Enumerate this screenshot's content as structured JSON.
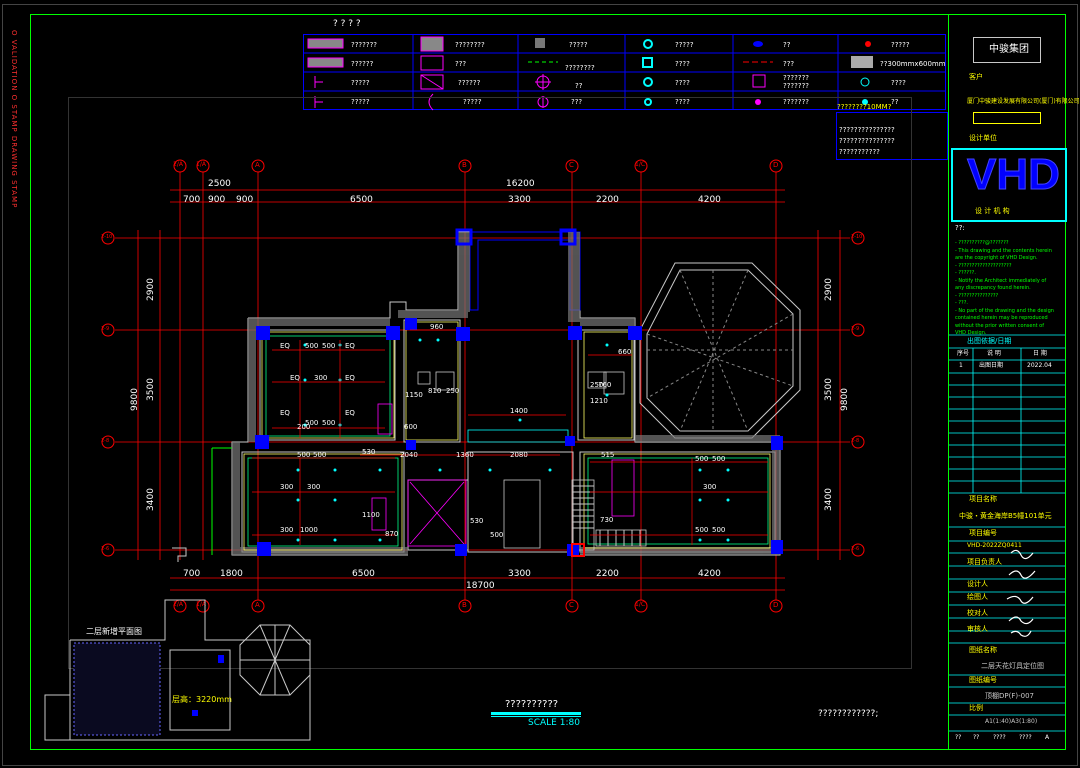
{
  "side_stamp": "O VALIDATION O STAMP DRAWING STAMP",
  "legend": {
    "title": "? ? ? ?",
    "row1": [
      "???????",
      "????????",
      "?????",
      "?????",
      "??",
      "?????"
    ],
    "row2": [
      "??????",
      "???",
      "????????",
      "????",
      "???",
      "??300mmx600mm"
    ],
    "row3": [
      "?????",
      "??????",
      "??",
      "????",
      "???????\n???????",
      "????"
    ],
    "row4": [
      "?????",
      "?????",
      "???",
      "????",
      "???????",
      "??"
    ],
    "note1": "????????10MM?",
    "note2": "???????????????\n???????????????\n???????????"
  },
  "title_block": {
    "company": "中骏集团",
    "client_label": "客户",
    "client_name": "厦门中骏建设发展有限公司(厦门)有限公司",
    "logo_text": "VHD",
    "design_unit_label": "设计单位",
    "design_unit_caption": "设 计 机 构",
    "notes_label": "??:",
    "notes": [
      "- ??????????@???????",
      "- This drawing and the contents herein",
      "  are the copyright of VHD Design.",
      "- ????????????????????",
      "- ??????.",
      "- Notify the Architect immediately of",
      "  any discrepancy found herein.",
      "- ???????????????",
      "- ???.",
      "- No part of the drawing and the design",
      "  contained herein may be reproduced",
      "  without the prior written consent of",
      "  VHD Design."
    ],
    "issue_label": "出图依据/日期",
    "issue_headers": [
      "序号",
      "说 明",
      "日 期"
    ],
    "issue_rows": [
      [
        "1",
        "出图日期",
        "2022.04"
      ]
    ],
    "project_label": "项目名称",
    "project_name": "中骏・黄金海岸B5幢101单元",
    "project_no_label": "项目编号",
    "project_no": "VHD-2022ZQ0411",
    "leader_label": "项目负责人",
    "designer_label": "设计人",
    "drawer_label": "绘图人",
    "checker_label": "校对人",
    "approver_label": "审核人",
    "drawing_name_label": "图纸名称",
    "drawing_name": "二层天花灯具定位图",
    "drawing_no_label": "图纸编号",
    "drawing_no": "顶棚DP(F)-007",
    "scale_label": "比例",
    "scale_value": "A1(1:40)A3(1:80)",
    "footer": [
      "??",
      "??",
      "????",
      "????",
      "A"
    ]
  },
  "plan": {
    "top_total": "16200",
    "top_left": "2500",
    "top_dims": [
      "700",
      "900",
      "900",
      "6500",
      "3300",
      "2200",
      "4200"
    ],
    "bottom_total": "18700",
    "bottom_dims": [
      "700",
      "1800",
      "6500",
      "3300",
      "2200",
      "4200"
    ],
    "grid_top": [
      "2/A",
      "1/A",
      "A",
      "B",
      "C",
      "1/C",
      "D"
    ],
    "grid_bottom": [
      "2/A",
      "1/A",
      "A",
      "B",
      "C",
      "1/C",
      "D"
    ],
    "grid_side": [
      "2-10",
      "2-9",
      "2-8",
      "2-6"
    ],
    "left_dims": [
      "2900",
      "3500",
      "3400"
    ],
    "left_total": "9800",
    "right_dims": [
      "2900",
      "3500",
      "3400"
    ],
    "right_total": "9800",
    "room_labels": [
      "EQ",
      "EQ",
      "EQ",
      "EQ",
      "EQ",
      "EQ",
      "500",
      "500",
      "300",
      "500",
      "500",
      "960",
      "1150",
      "810",
      "250",
      "1400",
      "660",
      "250",
      "760",
      "1210",
      "600",
      "500",
      "500",
      "530",
      "2040",
      "1360",
      "2080",
      "515",
      "500",
      "500",
      "300",
      "300",
      "1000",
      "500",
      "500",
      "870",
      "530",
      "500",
      "730",
      "1100",
      "300",
      "300",
      "200"
    ]
  },
  "keyplan": {
    "title": "二层新增平面图",
    "height_note": "层高：3220mm"
  },
  "scale_title": "??????????",
  "scale_text": "SCALE  1:80",
  "bottom_note": "????????????;",
  "colors": {
    "wall": "#c8c8c8",
    "column": "#0000ff",
    "grid": "#ff0000",
    "frame": "#00ff00",
    "tb": "#00ffff",
    "legend": "#0000ff"
  }
}
